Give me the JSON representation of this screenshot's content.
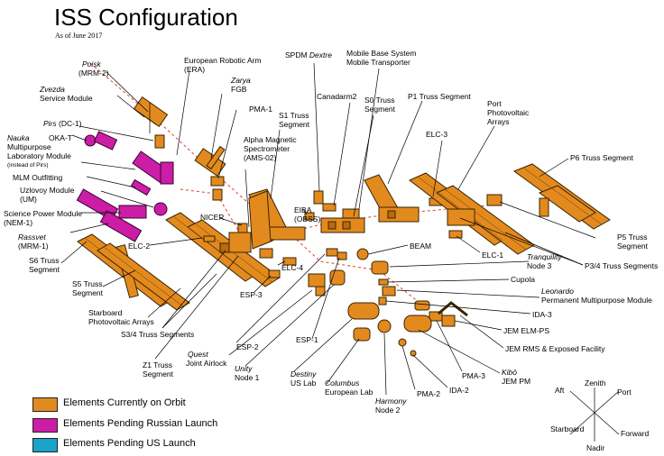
{
  "title": "ISS Configuration",
  "as_of": "As of June 2017",
  "colors": {
    "on_orbit": "#e38a1f",
    "russian": "#cc1da6",
    "us": "#1aa2c9"
  },
  "labels": {
    "poisk_name": "Poisk",
    "poisk_code": "(MRM-2)",
    "zvezda_name": "Zvezda",
    "zvezda_desc": "Service Module",
    "pirs_name": "Pirs",
    "pirs_code": "(DC-1)",
    "okat": "OKA-T",
    "nauka_name": "Nauka",
    "nauka_desc1": "Multipurpose",
    "nauka_desc2": "Laboratory Module",
    "nauka_desc3": "(instead of Pirs)",
    "mlm": "MLM Outfitting",
    "uzlovoy1": "Uzlovoy Module",
    "uzlovoy2": "(UM)",
    "nem1": "Science Power Module",
    "nem2": "(NEM-1)",
    "rassvet_name": "Rassvet",
    "rassvet_code": "(MRM-1)",
    "s6_1": "S6 Truss",
    "s6_2": "Segment",
    "s5_1": "S5 Truss",
    "s5_2": "Segment",
    "stbd1": "Starboard",
    "stbd2": "Photovoltaic Arrays",
    "s34": "S3/4 Truss Segments",
    "z1_1": "Z1 Truss",
    "z1_2": "Segment",
    "era1": "European Robotic Arm",
    "era2": "(ERA)",
    "zarya_name": "Zarya",
    "zarya_desc": "FGB",
    "pma1": "PMA-1",
    "s1_1": "S1 Truss",
    "s1_2": "Segment",
    "ams1": "Alpha Magnetic",
    "ams2": "Spectrometer",
    "ams3": "(AMS-02)",
    "nicer": "NICER",
    "elc2": "ELC-2",
    "elc4": "ELC-4",
    "esp3": "ESP-3",
    "esp2": "ESP-2",
    "quest_name": "Quest",
    "quest_desc": "Joint Airlock",
    "unity_name": "Unity",
    "unity_desc": "Node 1",
    "esp1": "ESP-1",
    "destiny_name": "Destiny",
    "destiny_desc": "US Lab",
    "columbus_name": "Columbus",
    "columbus_desc": "European Lab",
    "harmony_name": "Harmony",
    "harmony_desc": "Node 2",
    "pma2": "PMA-2",
    "ida2": "IDA-2",
    "pma3": "PMA-3",
    "kibo_name": "Kibō",
    "kibo_desc": "JEM PM",
    "jemrms": "JEM RMS & Exposed Facility",
    "jemelm": "JEM ELM-PS",
    "ida3": "IDA-3",
    "leo_name": "Leonardo",
    "leo_desc": "Permanent Multipurpose Module",
    "cupola": "Cupola",
    "tranq_name": "Tranquility",
    "tranq_desc": "Node 3",
    "beam": "BEAM",
    "elc1": "ELC-1",
    "p34": "P3/4 Truss Segments",
    "p5_1": "P5 Truss",
    "p5_2": "Segment",
    "p6": "P6 Truss Segment",
    "port1": "Port",
    "port2": "Photovoltaic",
    "port3": "Arrays",
    "elc3": "ELC-3",
    "p1": "P1 Truss Segment",
    "s0_1": "S0 Truss",
    "s0_2": "Segment",
    "mbs1": "Mobile Base System",
    "mbs2": "Mobile Transporter",
    "canadarm2": "Canadarm2",
    "spdm_a": "SPDM ",
    "spdm_b": "Dextre",
    "eiba1": "EIBA",
    "eiba2": "(OBSS)"
  },
  "compass": {
    "aft": "Aft",
    "zenith": "Zenith",
    "port": "Port",
    "starboard": "Starboard",
    "nadir": "Nadir",
    "forward": "Forward"
  },
  "legend": [
    {
      "color": "#e38a1f",
      "label": "Elements Currently on Orbit"
    },
    {
      "color": "#cc1da6",
      "label": "Elements Pending Russian Launch"
    },
    {
      "color": "#1aa2c9",
      "label": "Elements Pending US Launch"
    }
  ]
}
